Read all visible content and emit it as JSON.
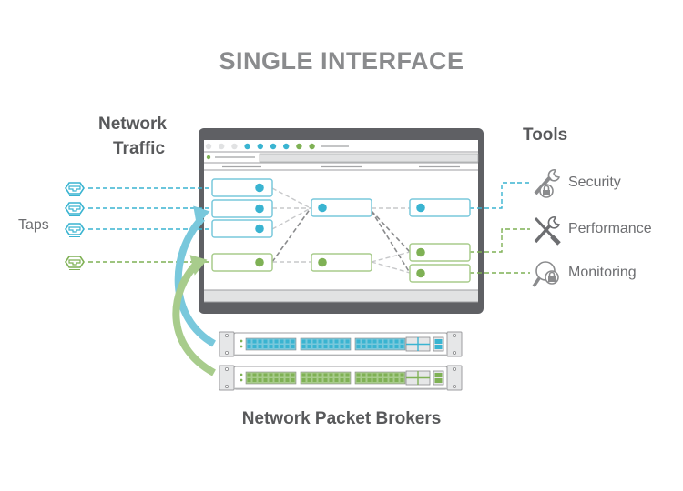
{
  "title": "SINGLE INTERFACE",
  "labels": {
    "network_traffic_line1": "Network",
    "network_traffic_line2": "Traffic",
    "tools": "Tools",
    "taps": "Taps",
    "npb": "Network Packet Brokers"
  },
  "tools": [
    {
      "label": "Security",
      "icon": "wrench-lock-icon",
      "color": "#3ab4d1"
    },
    {
      "label": "Performance",
      "icon": "wrench-screwdriver-icon",
      "color": "#7fb155"
    },
    {
      "label": "Monitoring",
      "icon": "magnifier-lock-icon",
      "color": "#7fb155"
    }
  ],
  "taps": [
    {
      "name": "tap-1",
      "color": "blue"
    },
    {
      "name": "tap-2",
      "color": "blue"
    },
    {
      "name": "tap-3",
      "color": "blue"
    },
    {
      "name": "tap-4",
      "color": "green"
    }
  ],
  "colors": {
    "blue": "#3ab4d1",
    "blue_light": "#79c8dc",
    "green": "#7fb155",
    "green_light": "#a8cc8c",
    "frame": "#5f6064",
    "gray_line": "#c7c8ca",
    "text_dark": "#58595b"
  },
  "window": {
    "toolbar_dots": [
      "gray",
      "gray",
      "gray",
      "blue",
      "blue",
      "blue",
      "blue",
      "green",
      "green"
    ]
  },
  "brokers": [
    {
      "name": "broker-blue",
      "color": "blue"
    },
    {
      "name": "broker-green",
      "color": "green"
    }
  ]
}
